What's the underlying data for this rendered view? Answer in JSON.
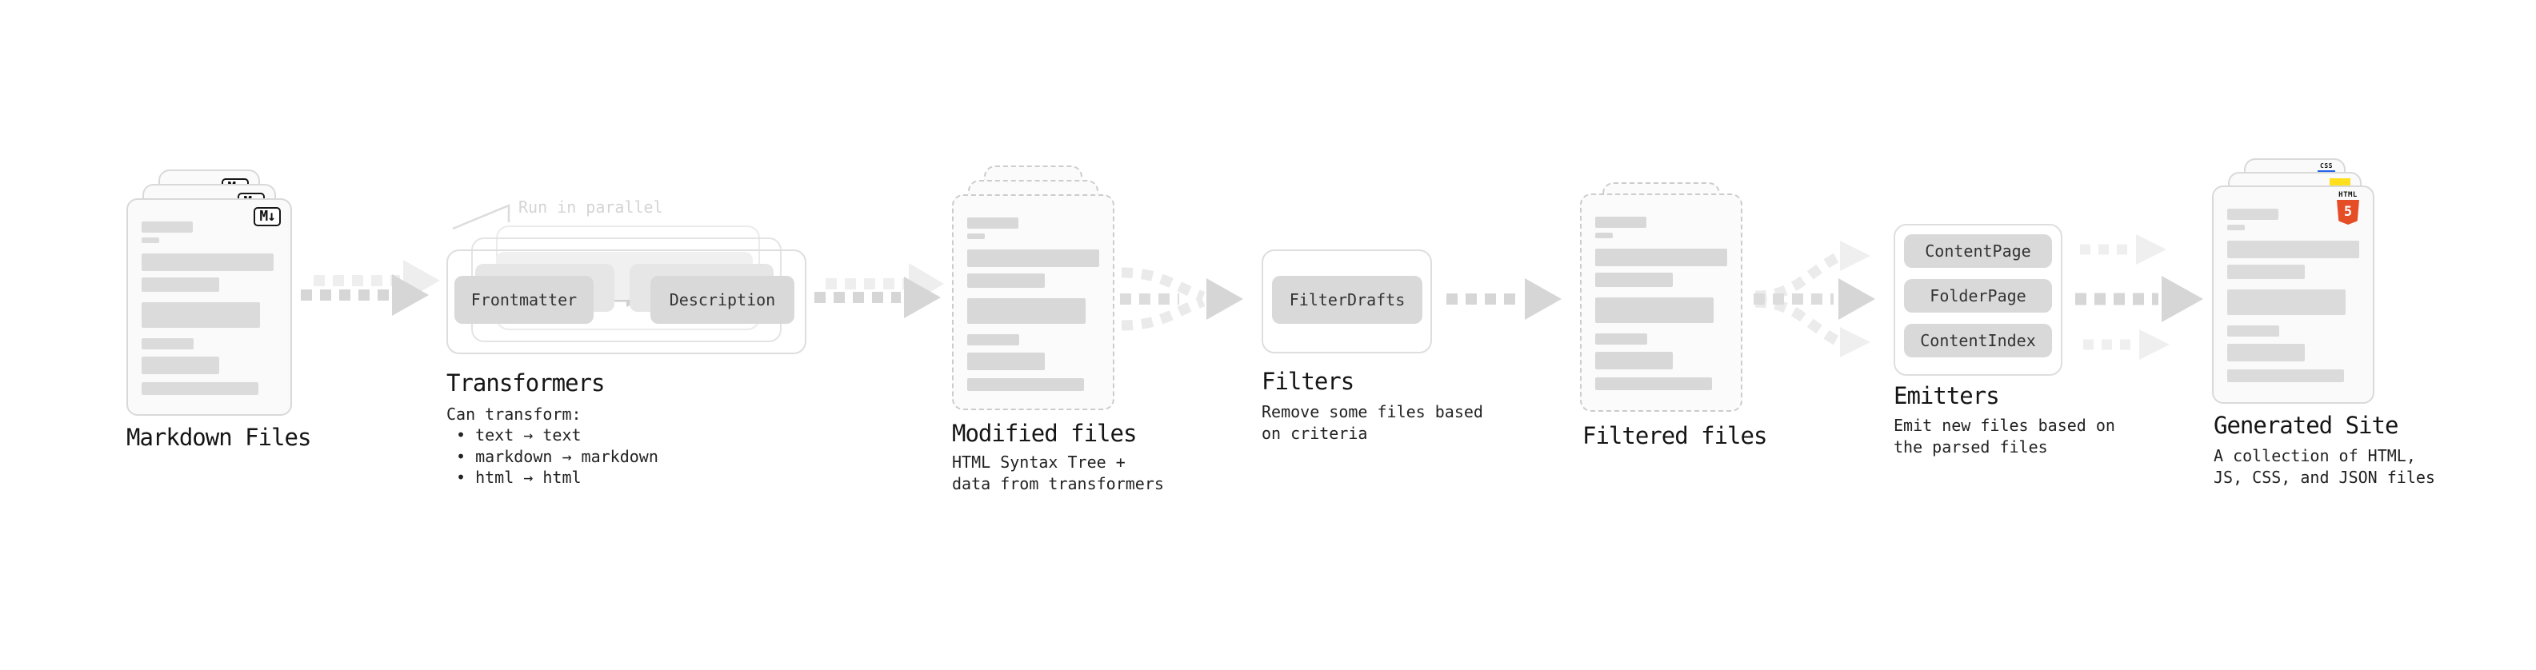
{
  "sections": {
    "markdown_files": {
      "label": "Markdown Files",
      "badge": "M↓"
    },
    "transformers": {
      "label": "Transformers",
      "annotation": "Run in parallel",
      "node_left": "Frontmatter",
      "node_right": "Description",
      "description": "Can transform:",
      "bullets": [
        "text → text",
        "markdown → markdown",
        "html → html"
      ]
    },
    "modified_files": {
      "label": "Modified files",
      "description": "HTML Syntax Tree +\ndata from transformers"
    },
    "filters": {
      "label": "Filters",
      "node": "FilterDrafts",
      "description": "Remove some files based\non criteria"
    },
    "filtered_files": {
      "label": "Filtered files"
    },
    "emitters": {
      "label": "Emitters",
      "nodes": [
        "ContentPage",
        "FolderPage",
        "ContentIndex"
      ],
      "description": "Emit new files based on\nthe parsed files"
    },
    "generated_site": {
      "label": "Generated Site",
      "description": "A collection of HTML,\nJS, CSS, and JSON files",
      "badges": {
        "html_label": "HTML",
        "html_number": "5",
        "css_label": "CSS"
      }
    }
  },
  "colors": {
    "html5_orange": "#e44d26",
    "js_yellow": "#ffdf1e",
    "css_blue": "#2563eb",
    "arrow_dark": "#d6d6d6",
    "arrow_light": "#eeeeee",
    "annotation_gray": "#d4d4d4"
  }
}
